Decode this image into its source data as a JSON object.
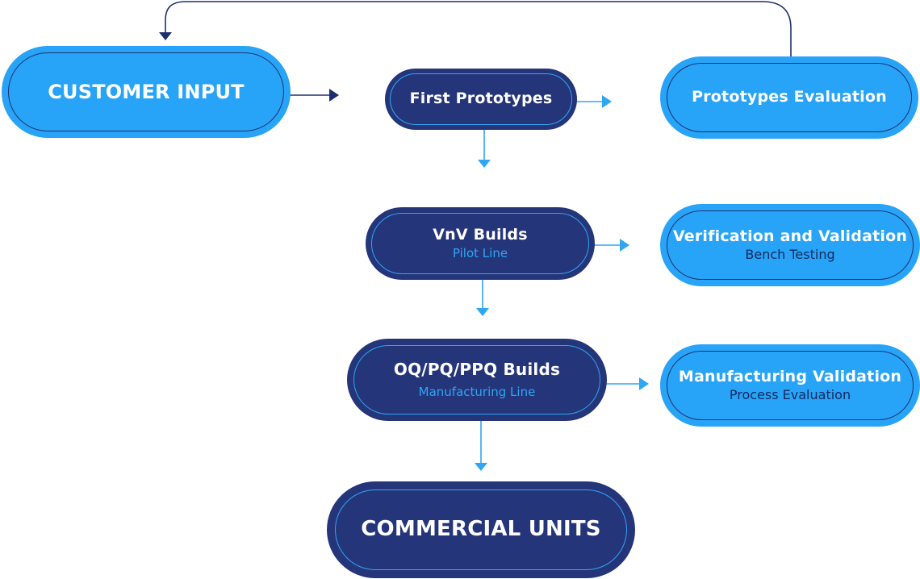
{
  "nodes": {
    "customer_input": {
      "title": "CUSTOMER INPUT"
    },
    "first_prototypes": {
      "title": "First Prototypes"
    },
    "prototypes_evaluation": {
      "title": "Prototypes Evaluation"
    },
    "vnv_builds": {
      "title": "VnV Builds",
      "subtitle": "Pilot Line"
    },
    "verification_validation": {
      "title": "Verification and Validation",
      "subtitle": "Bench Testing"
    },
    "oq_pq_ppq_builds": {
      "title": "OQ/PQ/PPQ Builds",
      "subtitle": "Manufacturing Line"
    },
    "manufacturing_validation": {
      "title": "Manufacturing Validation",
      "subtitle": "Process Evaluation"
    },
    "commercial_units": {
      "title": "COMMERCIAL UNITS"
    }
  },
  "colors": {
    "light_blue": "#27a4f7",
    "navy": "#25357a",
    "dark_arrow": "#1e2f70",
    "blue_arrow": "#2fa6f2"
  },
  "edges": [
    {
      "from": "customer_input",
      "to": "first_prototypes"
    },
    {
      "from": "first_prototypes",
      "to": "prototypes_evaluation"
    },
    {
      "from": "prototypes_evaluation",
      "to": "customer_input"
    },
    {
      "from": "first_prototypes",
      "to": "vnv_builds"
    },
    {
      "from": "vnv_builds",
      "to": "verification_validation"
    },
    {
      "from": "vnv_builds",
      "to": "oq_pq_ppq_builds"
    },
    {
      "from": "oq_pq_ppq_builds",
      "to": "manufacturing_validation"
    },
    {
      "from": "oq_pq_ppq_builds",
      "to": "commercial_units"
    }
  ]
}
